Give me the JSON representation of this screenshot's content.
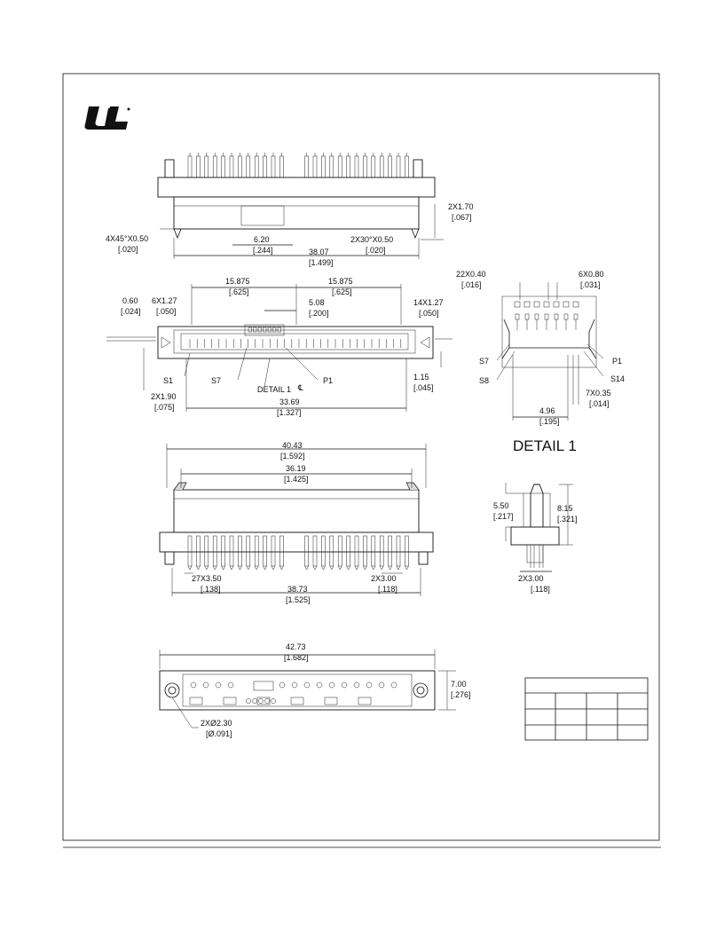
{
  "colors": {
    "line": "#111111",
    "paper": "#ffffff",
    "shade": "#d8d8d8"
  },
  "logo": {
    "icon": "ul-recognized-mark-icon",
    "text": "RU"
  },
  "front_view": {
    "pin_height": "2X1.70",
    "pin_height_in": "[.067]",
    "chamfer": "4X45°X0.50",
    "chamfer_in": "[.020]",
    "slot": "6.20",
    "slot_in": "[.244]",
    "taper": "2X30°X0.50",
    "taper_in": "[.020]",
    "width": "38.07",
    "width_in": "[1.499]"
  },
  "face_view": {
    "d_15875_a": "15.875",
    "d_15875_a_in": "[.625]",
    "d_15875_b": "15.875",
    "d_15875_b_in": "[.625]",
    "d_060": "0.60",
    "d_060_in": "[.024]",
    "d_6x127": "6X1.27",
    "d_6x127_in": "[.050]",
    "d_508": "5.08",
    "d_508_in": "[.200]",
    "d_14x127": "14X1.27",
    "d_14x127_in": "[.050]",
    "label_s1": "S1",
    "label_s7": "S7",
    "label_detail": "DETAIL 1",
    "label_p1": "P1",
    "centerline": "℄",
    "d_115": "1.15",
    "d_115_in": "[.045]",
    "d_2x190": "2X1.90",
    "d_2x190_in": "[.075]",
    "d_3369": "33.69",
    "d_3369_in": "[1.327]"
  },
  "detail_view": {
    "d_22x040": "22X0.40",
    "d_22x040_in": "[.016]",
    "d_6x080": "6X0.80",
    "d_6x080_in": "[.031]",
    "label_s7": "S7",
    "label_s8": "S8",
    "label_p1": "P1",
    "label_s14": "S14",
    "d_7x035": "7X0.35",
    "d_7x035_in": "[.014]",
    "d_496": "4.96",
    "d_496_in": "[.195]",
    "title": "DETAIL 1"
  },
  "rear_view": {
    "d_4043": "40.43",
    "d_4043_in": "[1.592]",
    "d_3619": "36.19",
    "d_3619_in": "[1.425]",
    "d_27x350": "27X3.50",
    "d_27x350_in": "[.138]",
    "d_2x300": "2X3.00",
    "d_2x300_in": "[.118]",
    "d_3873": "38.73",
    "d_3873_in": "[1.525]"
  },
  "side_view": {
    "d_550": "5.50",
    "d_550_in": "[.217]",
    "d_815": "8.15",
    "d_815_in": "[.321]",
    "d_2x300": "2X3.00",
    "d_2x300_in": "[.118]"
  },
  "bottom_view": {
    "d_4273": "42.73",
    "d_4273_in": "[1.682]",
    "d_700": "7.00",
    "d_700_in": "[.276]",
    "d_hole": "2XØ2.30",
    "d_hole_in": "[Ø.091]"
  }
}
